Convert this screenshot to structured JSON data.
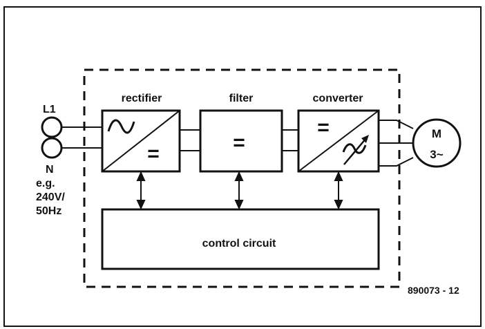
{
  "diagram": {
    "blocks": {
      "rectifier": "rectifier",
      "filter": "filter",
      "converter": "converter",
      "control": "control circuit"
    },
    "symbols": {
      "equals": "=",
      "motor_letter": "M",
      "motor_phase": "3~"
    },
    "supply": {
      "line": "L1",
      "neutral": "N",
      "note": [
        "e.g.",
        "240V/",
        "50Hz"
      ]
    },
    "figure_id": "890073 - 12"
  },
  "colors": {
    "ink": "#111111",
    "background": "#ffffff"
  }
}
